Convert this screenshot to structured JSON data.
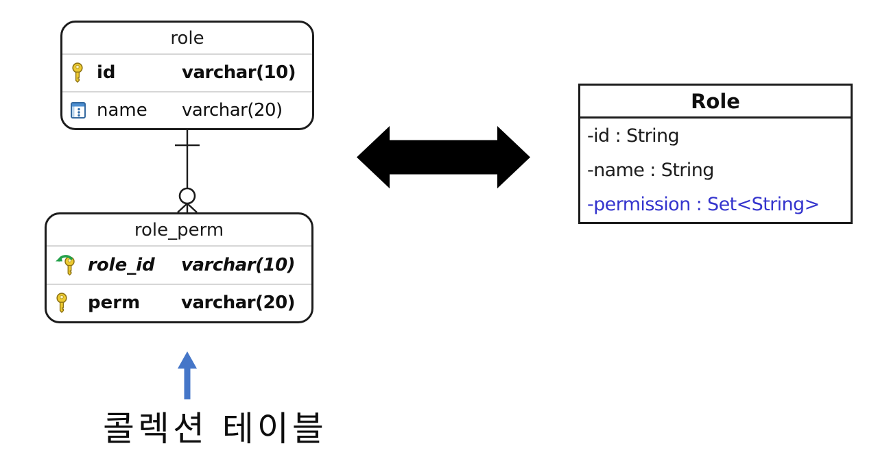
{
  "er_tables": [
    {
      "name": "role",
      "columns": [
        {
          "icon": "primary-key-icon",
          "name": "id",
          "type": "varchar(10)"
        },
        {
          "icon": "column-icon",
          "name": "name",
          "type": "varchar(20)"
        }
      ]
    },
    {
      "name": "role_perm",
      "columns": [
        {
          "icon": "foreign-key-icon",
          "name": "role_id",
          "type": "varchar(10)"
        },
        {
          "icon": "primary-key-icon",
          "name": "perm",
          "type": "varchar(20)"
        }
      ]
    }
  ],
  "relationship": {
    "from": "role",
    "to": "role_perm",
    "start_marker": "one",
    "end_marker": "zero-or-many"
  },
  "uml_class": {
    "name": "Role",
    "attributes": [
      {
        "text": "-id : String"
      },
      {
        "text": "-name : String"
      },
      {
        "text": "-permission : Set<String>"
      }
    ]
  },
  "annotation": {
    "text": "콜렉션 테이블"
  },
  "colors": {
    "table_border": "#1c1c1c",
    "row_divider": "#d6d6d6",
    "uml_accent_blue": "#3434cd",
    "double_arrow_black": "#000000",
    "annotation_arrow_blue": "#4576c8",
    "key_icon_gold": "#eecb31",
    "fk_arrow_green": "#23a04a",
    "column_icon_blue": "#4d8fd1"
  }
}
